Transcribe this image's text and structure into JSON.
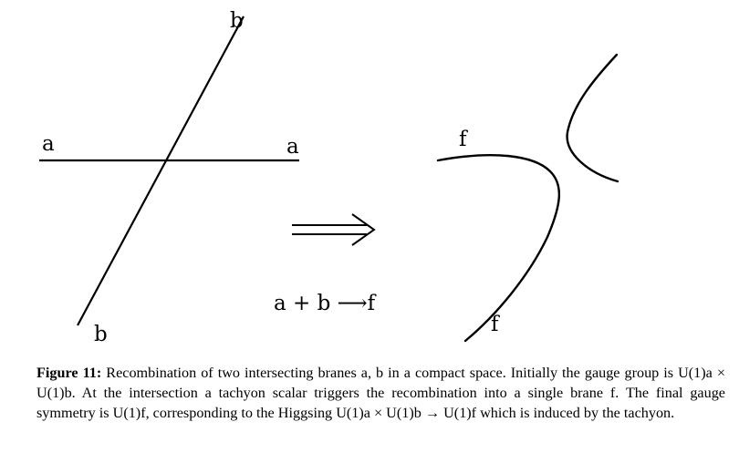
{
  "diagram": {
    "left": {
      "label_a_left": "a",
      "label_a_right": "a",
      "label_b_top": "b",
      "label_b_bottom": "b"
    },
    "equation": "a + b ⟶f",
    "right": {
      "label_f_top": "f",
      "label_f_bottom": "f"
    }
  },
  "caption": {
    "label": "Figure 11:",
    "text": " Recombination of two intersecting branes a, b in a compact space. Initially the gauge group is U(1)a × U(1)b. At the intersection a tachyon scalar triggers the recombination into a single brane f. The final gauge symmetry is U(1)f, corresponding to the Higgsing U(1)a × U(1)b → U(1)f which is induced by the tachyon."
  }
}
